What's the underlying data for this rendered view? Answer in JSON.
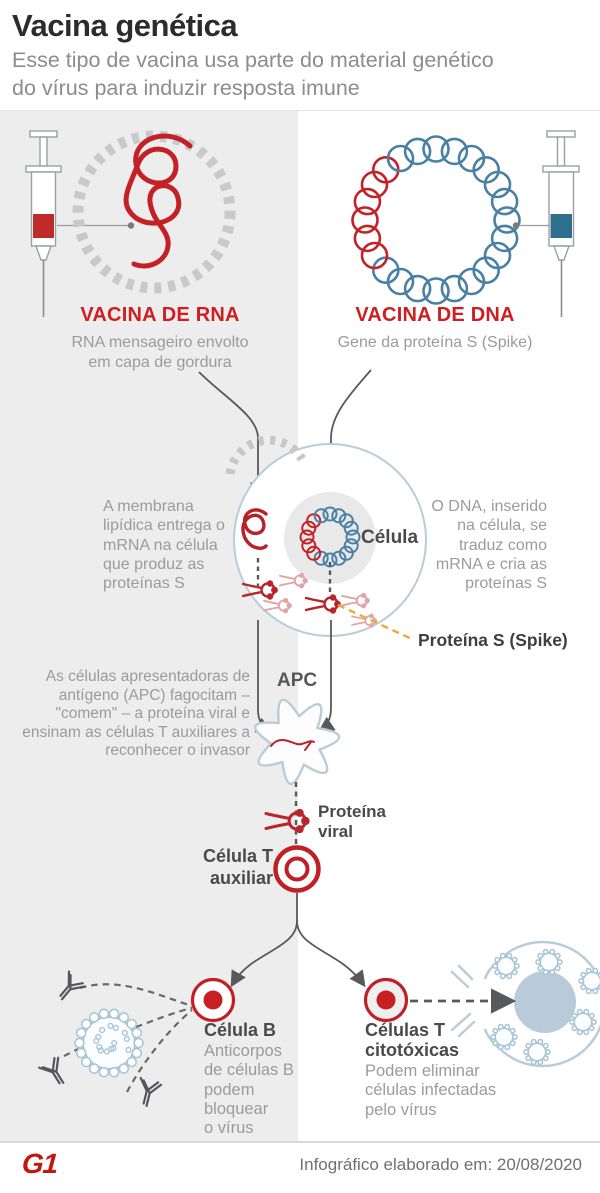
{
  "header": {
    "title": "Vacina genética",
    "subtitle": "Esse tipo de vacina usa parte do material genético\ndo vírus para induzir resposta imune"
  },
  "rna_vaccine": {
    "label": "VACINA DE RNA",
    "desc": "RNA mensageiro envolto\nem capa de gordura"
  },
  "dna_vaccine": {
    "label": "VACINA DE DNA",
    "desc": "Gene da proteína S (Spike)"
  },
  "cell_stage": {
    "membrane_note": "A membrana\nlipídica entrega o\nmRNA na célula\nque produz as\nproteínas S",
    "dna_note": "O DNA, inserido\nna célula, se\ntraduz como\nmRNA e cria as\nproteínas S",
    "cell_label": "Célula",
    "spike_label": "Proteína S (Spike)"
  },
  "apc_stage": {
    "note": "As células apresentadoras de\nantígeno (APC) fagocitam –\n\"comem\" – a proteína viral e\nensinam as células T auxiliares a\nreconhecer o invasor",
    "label": "APC",
    "viral_protein_label": "Proteína\nviral"
  },
  "helper_tcell": {
    "label": "Célula T\nauxiliar"
  },
  "bcell": {
    "label": "Célula B",
    "desc": "Anticorpos\nde células B\npodem\nbloquear\no vírus"
  },
  "cytotoxic": {
    "label": "Células T\ncitotóxicas",
    "desc": "Podem eliminar\ncélulas infectadas\npelo vírus"
  },
  "footer": {
    "logo": "G1",
    "credit": "Infográfico elaborado em: 20/08/2020"
  },
  "colors": {
    "red": "#c32126",
    "red_bright": "#cf1d20",
    "blue": "#4a80a4",
    "light_blue": "#b8cdd9",
    "pale_blue": "#aac6d6",
    "gray_panel": "#ededee",
    "dash_gray": "#c9c9c9",
    "dark": "#58595b",
    "orange": "#ecaa3f",
    "pink": "#e2a5a7",
    "nucleus_fill": "#b9cbd8",
    "g1_red": "#c4170c"
  }
}
